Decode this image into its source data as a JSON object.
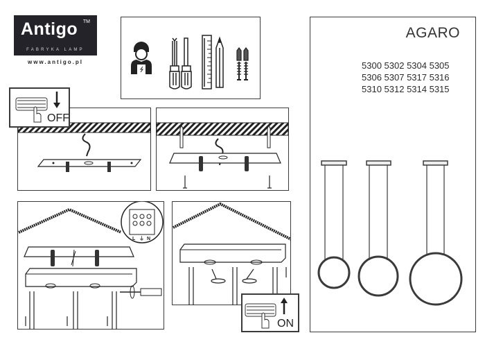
{
  "brand": {
    "name": "Antigo",
    "trademark": "TM",
    "tagline": "FABRYKA LAMP",
    "url": "www.antigo.pl"
  },
  "product": {
    "title": "AGARO",
    "codes": [
      "5300 5302 5304 5305",
      "5306 5307 5317 5316",
      "5310 5312 5314 5315"
    ],
    "variants": [
      "small-ring-pendant",
      "medium-ring-pendant",
      "large-ring-pendant"
    ]
  },
  "tools_panel": {
    "icons": [
      "electrician-icon",
      "phillips-screwdriver-icon",
      "flat-screwdriver-icon",
      "ruler-icon",
      "pencil-icon",
      "wall-plugs-icon"
    ]
  },
  "steps": [
    {
      "id": 1,
      "description": "switch-off-power",
      "label": "OFF",
      "icon": "arrow-down-icon"
    },
    {
      "id": 2,
      "description": "mounting-plate-with-cable"
    },
    {
      "id": 3,
      "description": "drill-and-fix-plate-with-plugs-and-screws"
    },
    {
      "id": 4,
      "description": "connect-wires-to-terminal",
      "terminal_labels": [
        "L",
        "⏚",
        "N"
      ]
    },
    {
      "id": 5,
      "description": "attach-canopy-and-switch-on",
      "label": "ON",
      "icon": "arrow-up-icon"
    }
  ],
  "colors": {
    "logo_bg": "#24232a",
    "line": "#3a3a3a",
    "background": "#ffffff"
  }
}
